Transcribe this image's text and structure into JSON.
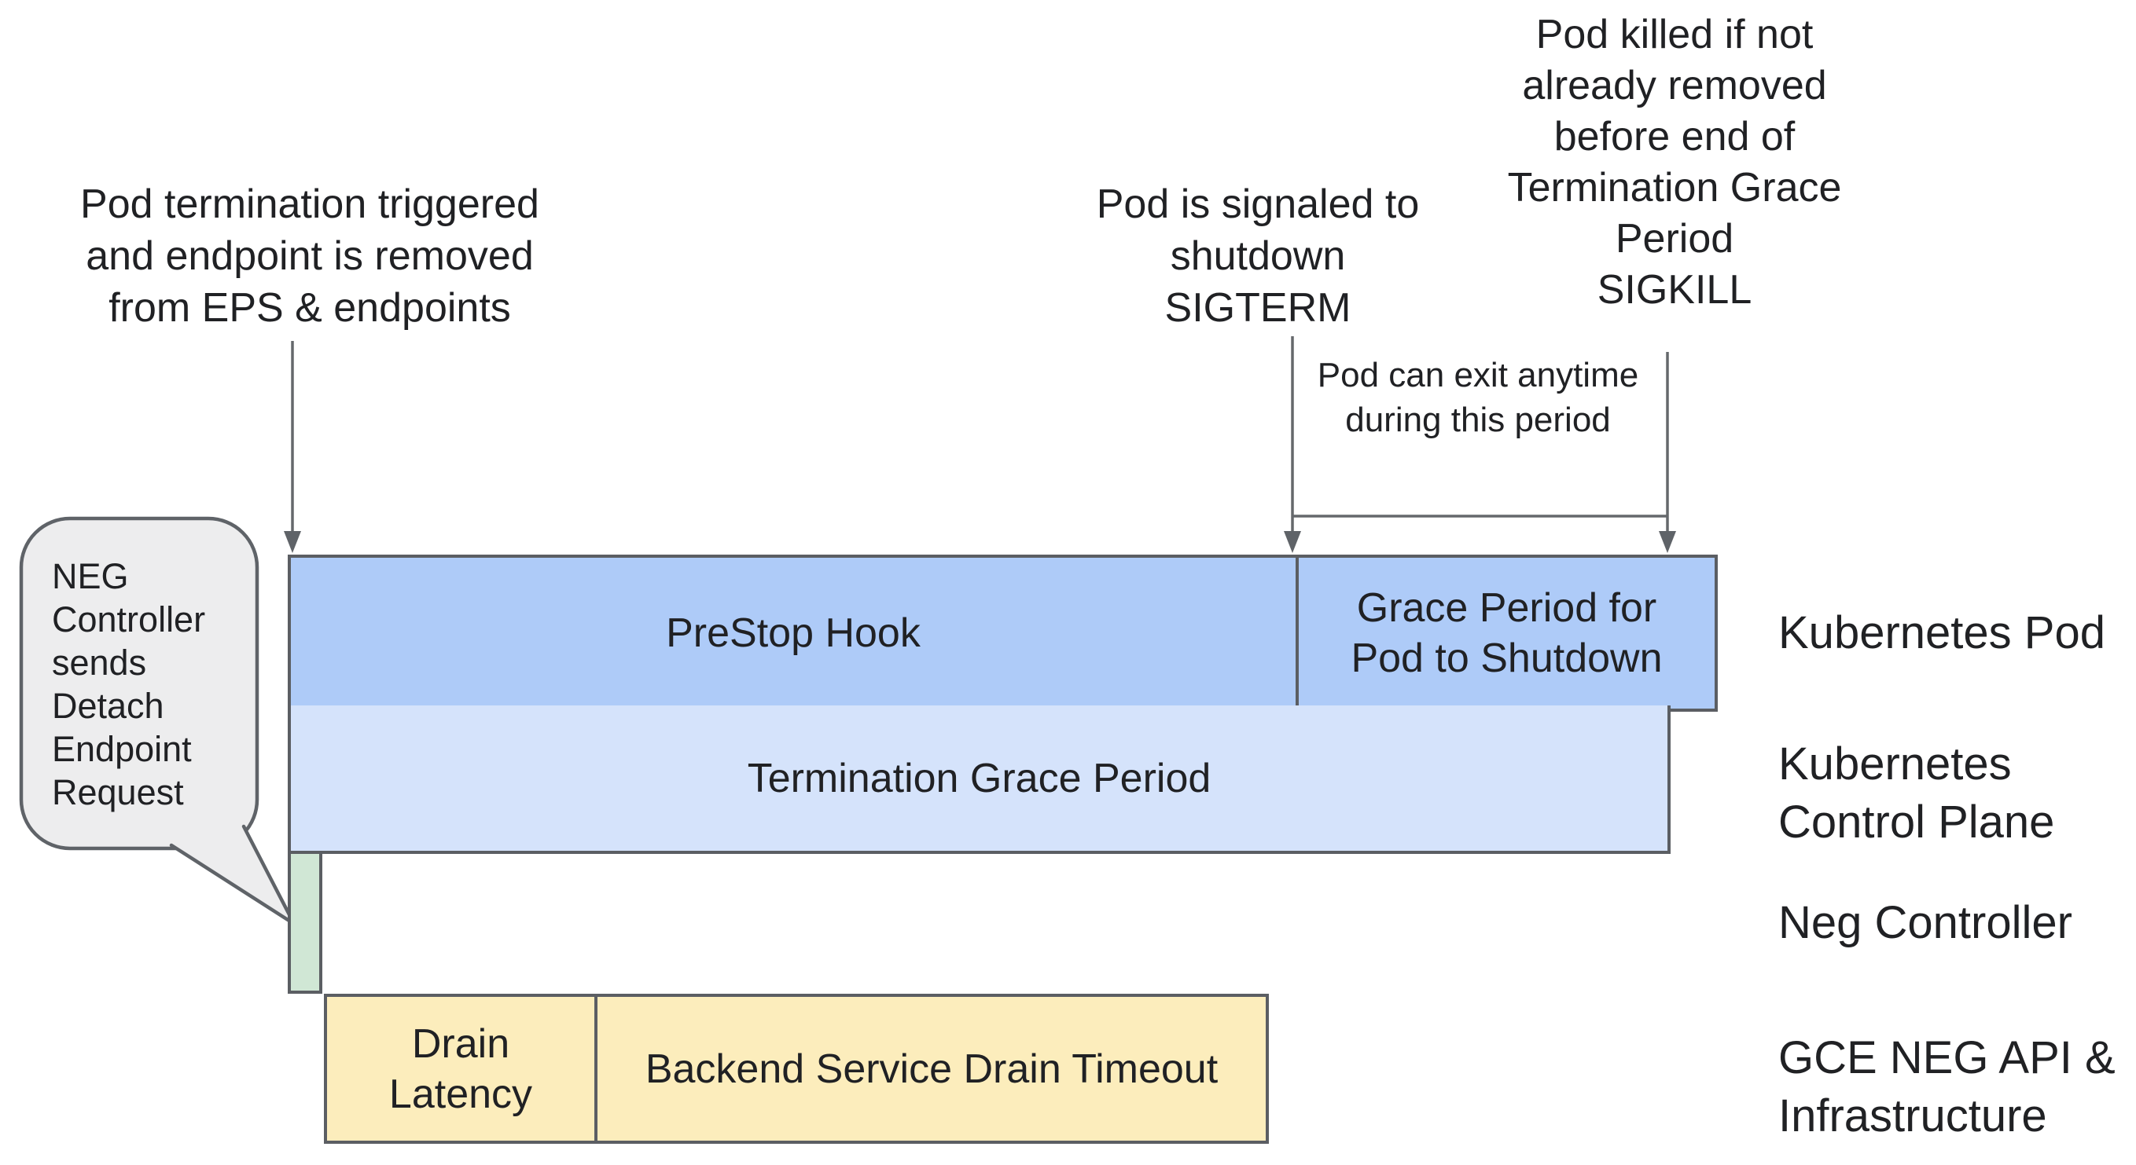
{
  "annotations": {
    "pod_termination": "Pod termination triggered\nand endpoint is removed\nfrom EPS & endpoints",
    "sigterm": "Pod is signaled to\nshutdown\nSIGTERM",
    "sigkill": "Pod killed if not\nalready removed\nbefore end of\nTermination Grace\nPeriod\nSIGKILL",
    "pod_can_exit": "Pod can exit anytime\nduring this period"
  },
  "speech_bubble": {
    "text": "NEG\nController\nsends\nDetach\nEndpoint\nRequest"
  },
  "timeline": {
    "prestop_hook": "PreStop Hook",
    "grace_period": "Grace Period for Pod to Shutdown",
    "termination_grace_period": "Termination Grace Period",
    "drain_latency": "Drain\nLatency",
    "backend_drain_timeout": "Backend Service Drain Timeout"
  },
  "lanes": {
    "kubernetes_pod": "Kubernetes Pod",
    "kubernetes_control_plane": "Kubernetes\nControl Plane",
    "neg_controller": "Neg Controller",
    "gce_neg_api": "GCE NEG API &\nInfrastructure"
  },
  "colors": {
    "pod_bar": "#aecbf8",
    "control_plane_bar": "#d5e3fb",
    "neg_bar": "#d0e7d5",
    "gce_bar": "#fcedbc",
    "bar_border": "#5b5e63",
    "line": "#65686c",
    "bubble_fill": "#ededee",
    "bubble_border": "#5f6368",
    "text": "#202124",
    "background": "#ffffff"
  }
}
